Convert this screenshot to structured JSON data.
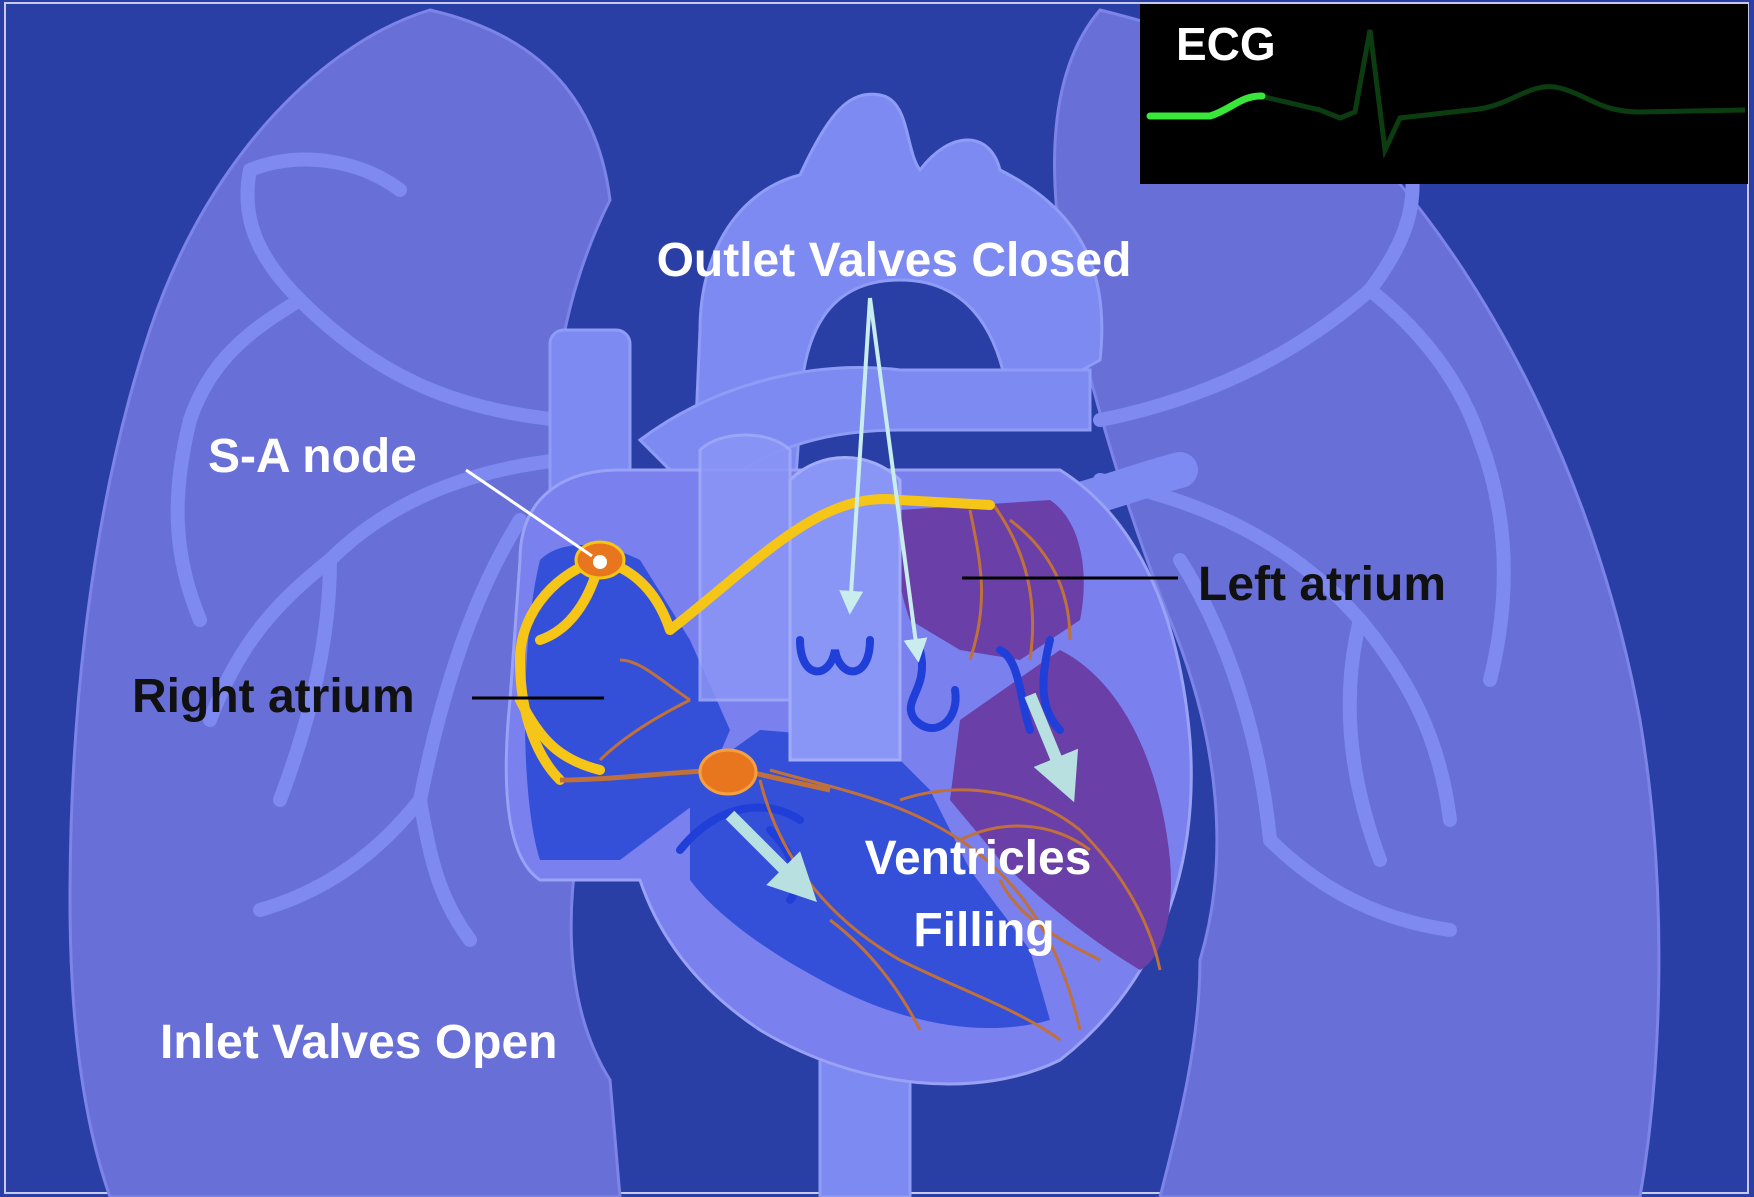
{
  "ecg": {
    "label": "ECG",
    "trace_color_active": "#39e63a",
    "trace_color_inactive": "#0b3d10",
    "active_portion": 0.18
  },
  "labels": {
    "outlet_valves": "Outlet Valves Closed",
    "sa_node": "S-A node",
    "left_atrium": "Left atrium",
    "right_atrium": "Right atrium",
    "ventricles_line1": "Ventricles",
    "ventricles_line2": "Filling",
    "inlet_valves": "Inlet Valves Open"
  },
  "colors": {
    "background": "#2a3fa6",
    "lungs": "#6870d8",
    "vessels": "#7b86f0",
    "right_chambers": "#3550d8",
    "left_chambers": "#6a3fa8",
    "conduction": "#f5c518",
    "node": "#e8761e",
    "flow_arrow": "#b8e0e0"
  }
}
